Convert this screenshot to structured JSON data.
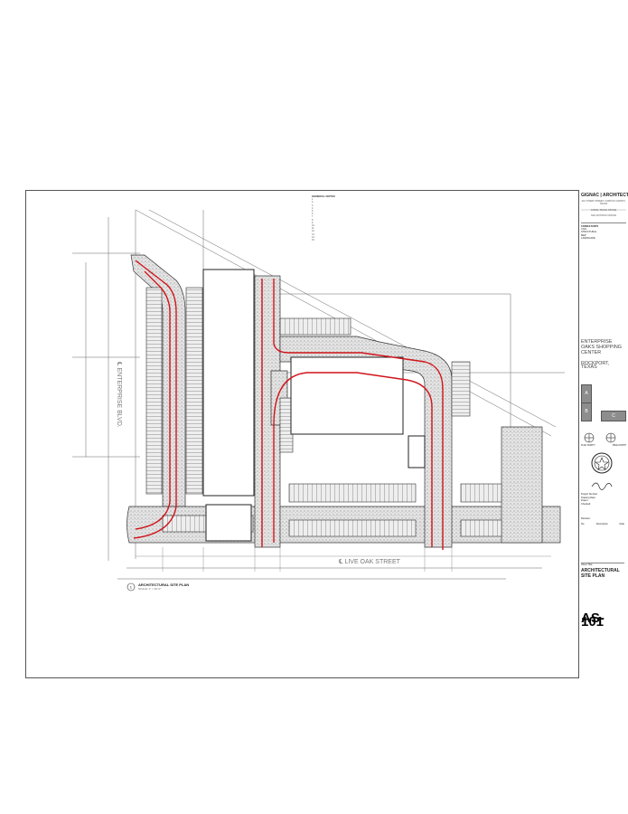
{
  "title_block": {
    "firm": "GIGNAC | ARCHITECTS",
    "offices": [
      "416 STARR STREET, CORPUS CHRISTI, TEXAS",
      "COMAL TEXAS OFFICE",
      "SAN ANTONIO OFFICE"
    ],
    "consultants_heading": "CONSULTANTS",
    "consultants": [
      "CIVIL",
      "STRUCTURAL",
      "MEP",
      "LANDSCAPE"
    ],
    "project_name": "ENTERPRISE OAKS SHOPPING CENTER",
    "project_city": "ROCKPORT, TEXAS",
    "key_plan": [
      "A",
      "B",
      "C"
    ],
    "north_labels": [
      "PLAN NORTH",
      "TRUE NORTH"
    ],
    "info": [
      {
        "label": "Project Number:",
        "value": ""
      },
      {
        "label": "Drawing Date:",
        "value": ""
      },
      {
        "label": "Drawn:",
        "value": ""
      },
      {
        "label": "Checked:",
        "value": ""
      }
    ],
    "revision_label": "Revision:",
    "revision_columns": [
      "No.",
      "Description",
      "Date"
    ],
    "sheet_title_label": "Sheet Title:",
    "sheet_title": "ARCHITECTURAL SITE PLAN",
    "sheet_number": "AS-101"
  },
  "notes": {
    "heading": "GENERAL NOTES",
    "items": [
      "1.",
      "2.",
      "3.",
      "4.",
      "5.",
      "6.",
      "7.",
      "8.",
      "9.",
      "10.",
      "11.",
      "12.",
      "13.",
      "14.",
      "15."
    ]
  },
  "plan": {
    "title_number": "1",
    "title": "ARCHITECTURAL SITE PLAN",
    "scale": "SCALE: 1\" = 20'-0\"",
    "street_west": "℄ ENTERPRISE BLVD.",
    "street_south": "℄ LIVE OAK STREET",
    "colors": {
      "fire_lane": "#d0141a",
      "paving": "#cfcfcf",
      "key_fill": "#8d8d8d"
    }
  }
}
